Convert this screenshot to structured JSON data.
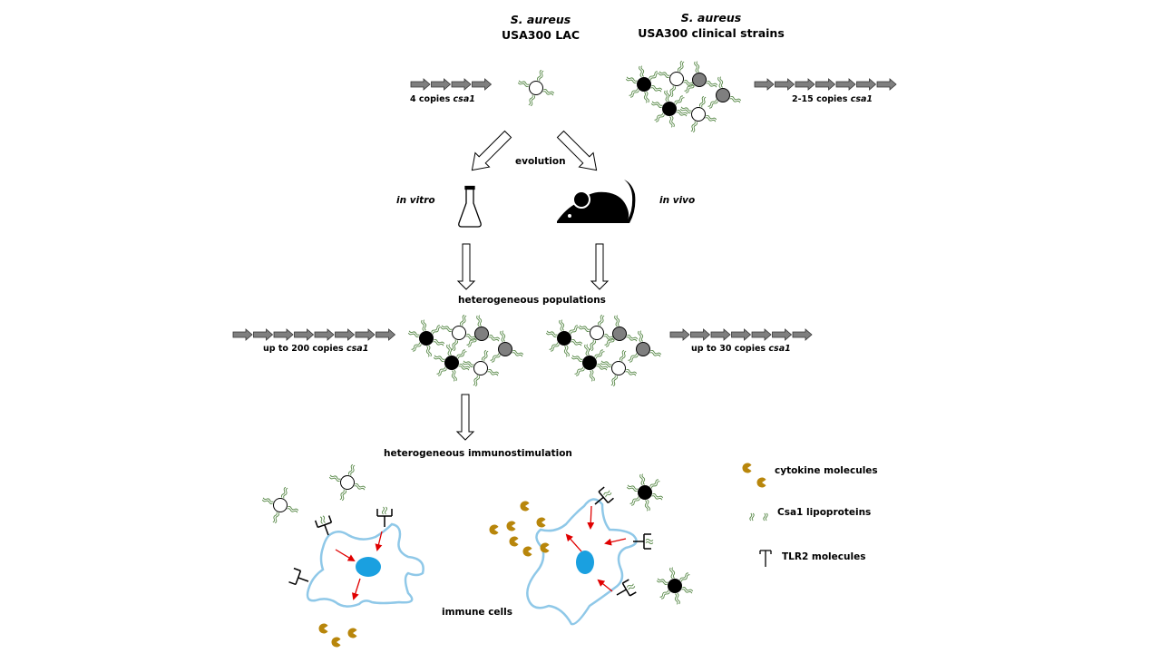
{
  "strains": {
    "lac": {
      "species": "S. aureus",
      "name": "USA300 LAC",
      "copies_prefix": "4 copies ",
      "copies_gene": "csa1",
      "gene_arrows": 4
    },
    "clinical": {
      "species": "S. aureus",
      "name": "USA300 clinical strains",
      "copies_prefix": "2-15 copies ",
      "copies_gene": "csa1",
      "gene_arrows": 7
    }
  },
  "evolution": {
    "label": "evolution",
    "in_vitro": "in vitro",
    "in_vivo": "in vivo"
  },
  "populations": {
    "label": "heterogeneous populations",
    "in_vitro_copies_prefix": "up to 200 copies ",
    "in_vitro_copies_gene": "csa1",
    "in_vitro_gene_arrows": 8,
    "in_vivo_copies_prefix": "up to 30 copies ",
    "in_vivo_copies_gene": "csa1",
    "in_vivo_gene_arrows": 7
  },
  "immunostimulation": {
    "label": "heterogeneous immunostimulation",
    "cells_label": "immune cells"
  },
  "legend": {
    "items": [
      {
        "icon": "cytokine-icon",
        "label": "cytokine molecules"
      },
      {
        "icon": "lipoprotein-icon",
        "label": "Csa1 lipoproteins"
      },
      {
        "icon": "tlr2-icon",
        "label": "TLR2 molecules"
      }
    ]
  },
  "colors": {
    "cell_black": "#000000",
    "cell_white": "#ffffff",
    "cell_gray": "#7f7f7f",
    "lipoprotein": "#5a8a4a",
    "membrane": "#8fc8e8",
    "nucleus": "#1aa0e0",
    "signal_arrow": "#e00000",
    "cytokine": "#b8860b",
    "gene_arrow": "#7f7f7f"
  }
}
